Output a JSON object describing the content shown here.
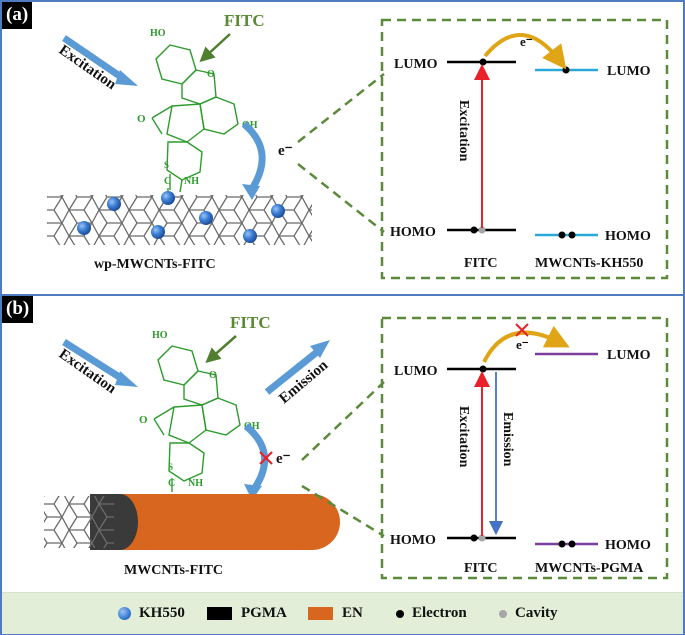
{
  "panels": [
    {
      "tag": "(a)",
      "molecule_label": "FITC",
      "excitation_label": "Excitation",
      "electron_label": "e⁻",
      "substrate_label": "wp-MWCNTs-FITC",
      "ho_label": "HO",
      "oh_label": "OH",
      "s_label": "S",
      "c_label": "C",
      "nh_label": "NH",
      "o_label": "O",
      "energy": {
        "lumo_left": "LUMO",
        "homo_left": "HOMO",
        "lumo_right": "LUMO",
        "homo_right": "HOMO",
        "transfer_label": "e⁻",
        "arrow_label": "Excitation",
        "left_caption": "FITC",
        "right_caption": "MWCNTs-KH550",
        "transfer_blocked": false,
        "right_level_color": "#2aa9d8"
      }
    },
    {
      "tag": "(b)",
      "molecule_label": "FITC",
      "excitation_label": "Excitation",
      "emission_label": "Emission",
      "electron_label": "e⁻",
      "substrate_label": "MWCNTs-FITC",
      "ho_label": "HO",
      "oh_label": "OH",
      "s_label": "S",
      "c_label": "C",
      "nh_label": "NH",
      "o_label": "O",
      "energy": {
        "lumo_left": "LUMO",
        "homo_left": "HOMO",
        "lumo_right": "LUMO",
        "homo_right": "HOMO",
        "transfer_label": "e⁻",
        "arrow_label": "Excitation",
        "arrow2_label": "Emission",
        "left_caption": "FITC",
        "right_caption": "MWCNTs-PGMA",
        "transfer_blocked": true,
        "right_level_color": "#7a3f9e"
      }
    }
  ],
  "legend": [
    {
      "label": "KH550",
      "swatch": "sphere",
      "color": "#3d7fd6"
    },
    {
      "label": "PGMA",
      "swatch": "rect",
      "color": "#000000"
    },
    {
      "label": "EN",
      "swatch": "rect",
      "color": "#d8661f"
    },
    {
      "label": "Electron",
      "swatch": "dot",
      "color": "#000000"
    },
    {
      "label": "Cavity",
      "swatch": "dot",
      "color": "#a6a6a6"
    }
  ],
  "colors": {
    "frame": "#4f7cc0",
    "molecule": "#2e9b2e",
    "fitc_label": "#5b8a35",
    "dashed": "#5a8a3a",
    "excitation_arrow": "#e8212b",
    "emission_arrow": "#4472c4",
    "transfer_arrow": "#e0a516",
    "blue_arrow": "#5b9bd5",
    "legend_bg": "#e3eed9"
  }
}
